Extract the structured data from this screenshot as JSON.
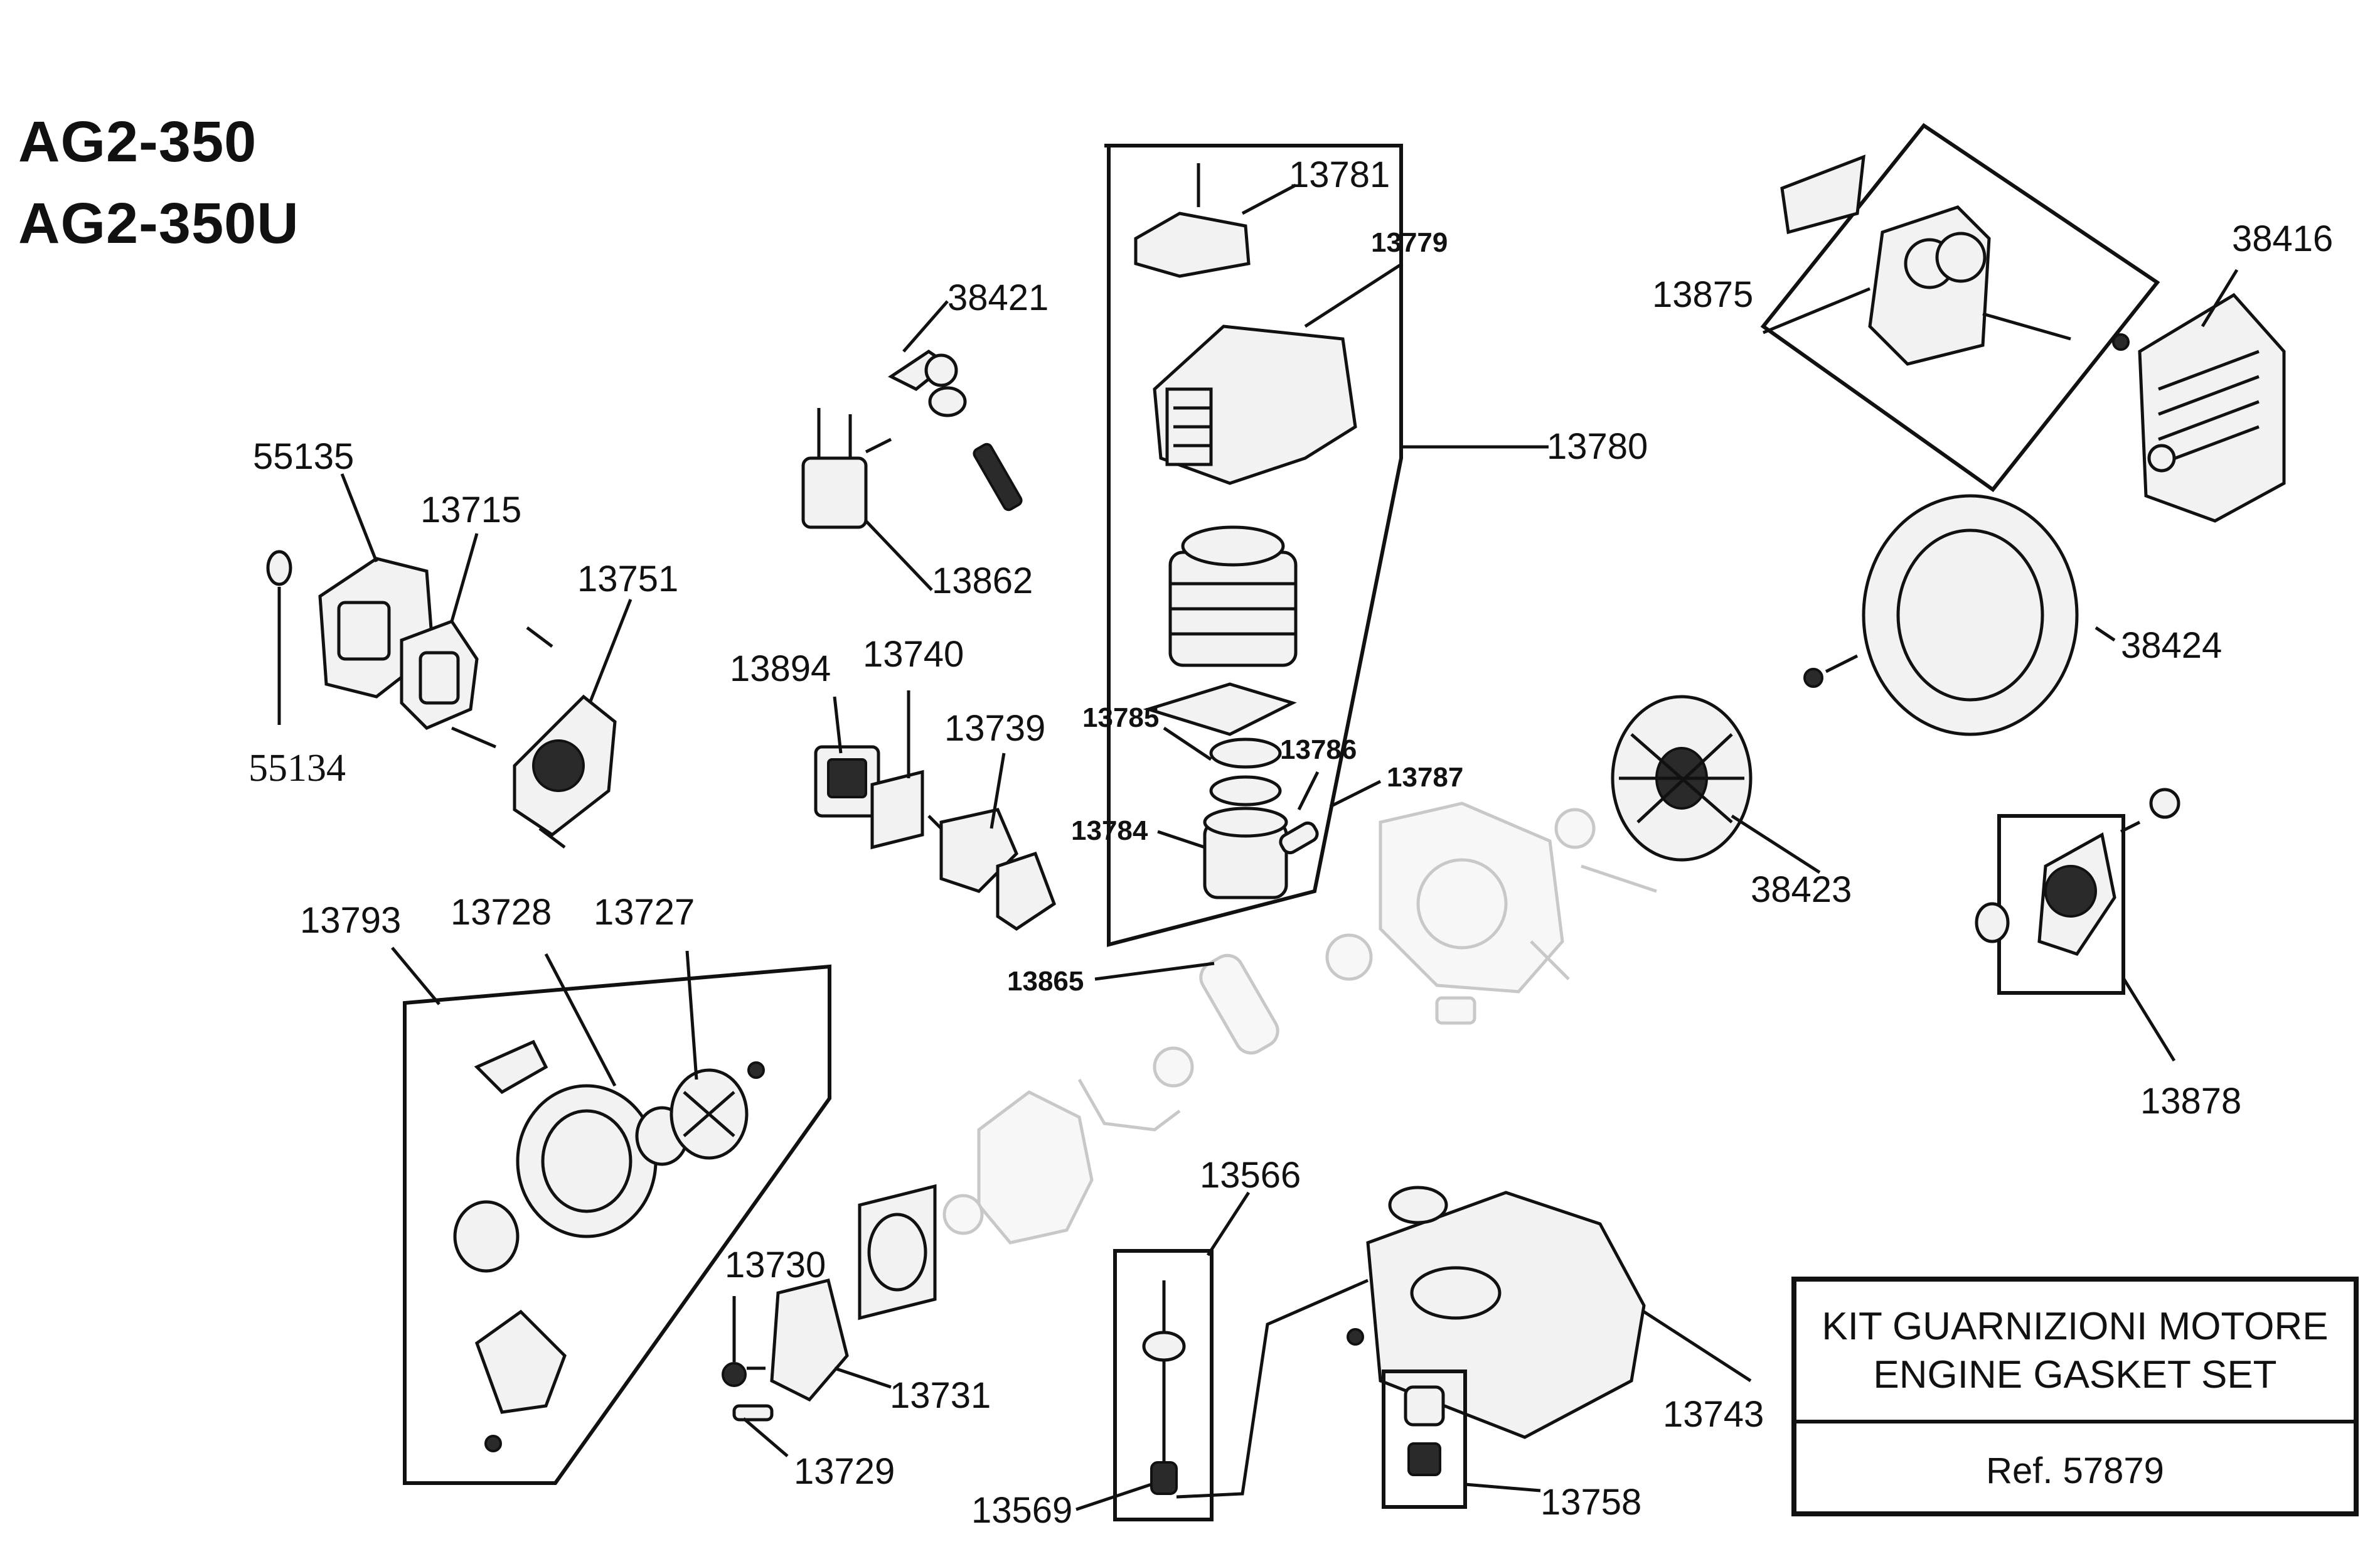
{
  "models": [
    "AG2-350",
    "AG2-350U"
  ],
  "part_numbers": {
    "p55135": "55135",
    "p13715": "13715",
    "p13751": "13751",
    "p55134": "55134",
    "p38421": "38421",
    "p13862": "13862",
    "p13781": "13781",
    "p13779": "13779",
    "p13780": "13780",
    "p13875": "13875",
    "p38416": "38416",
    "p38424": "38424",
    "p13894": "13894",
    "p13740": "13740",
    "p13739": "13739",
    "p13785": "13785",
    "p13786": "13786",
    "p13787": "13787",
    "p13784": "13784",
    "p38423": "38423",
    "p13865": "13865",
    "p13793": "13793",
    "p13728": "13728",
    "p13727": "13727",
    "p13878": "13878",
    "p13566": "13566",
    "p13730": "13730",
    "p13731": "13731",
    "p13729": "13729",
    "p13569": "13569",
    "p13758": "13758",
    "p13743": "13743"
  },
  "kit": {
    "line1": "KIT GUARNIZIONI MOTORE",
    "line2": "ENGINE GASKET SET",
    "ref": "Ref. 57879"
  }
}
